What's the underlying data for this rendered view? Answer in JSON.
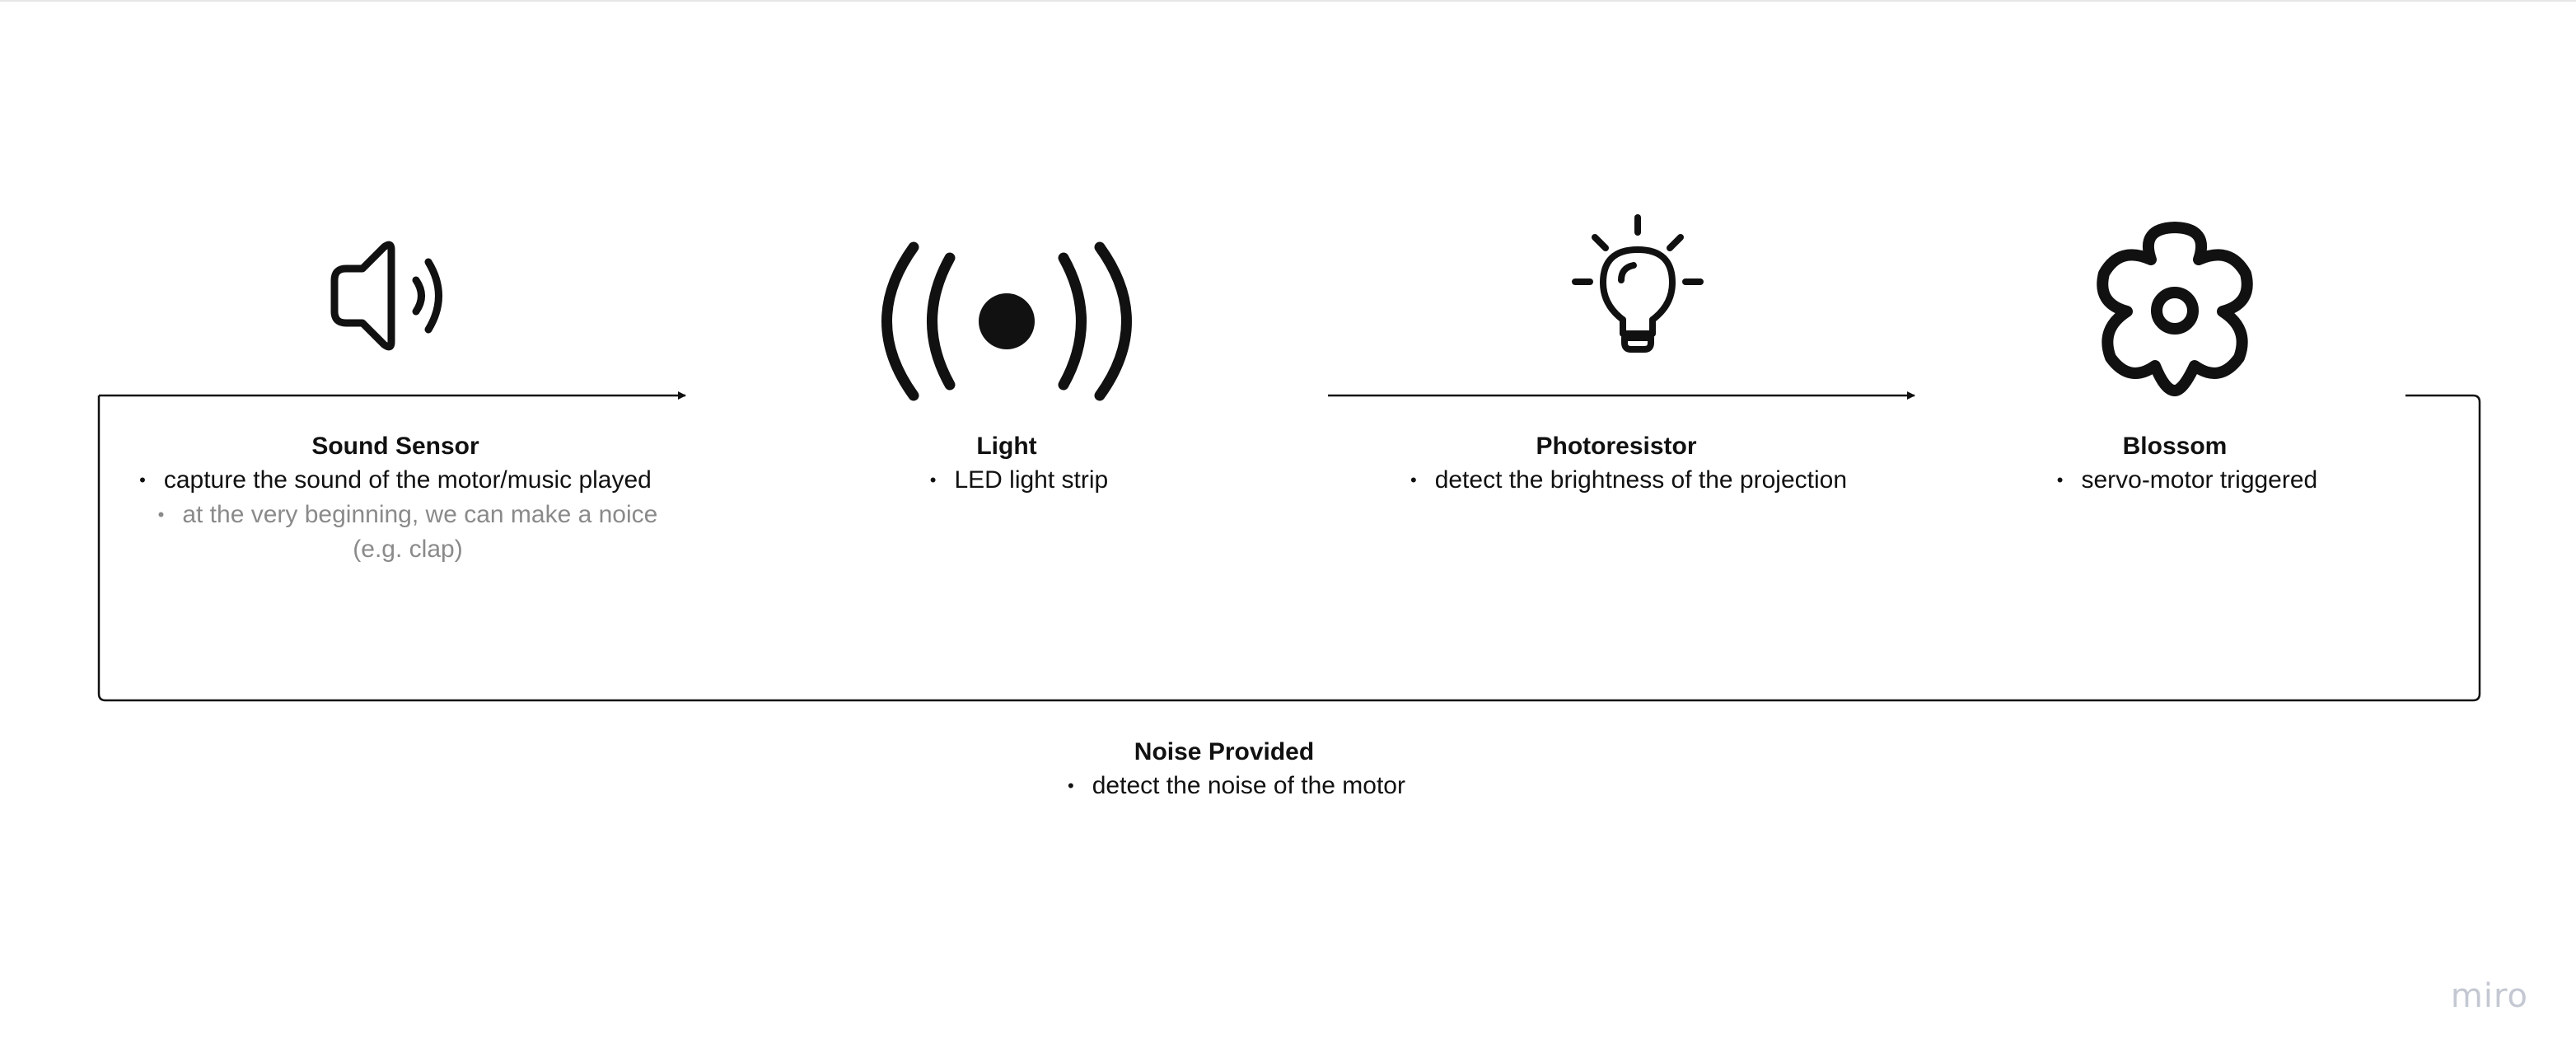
{
  "nodes": [
    {
      "icon": "speaker-icon",
      "title": "Sound Sensor",
      "bullets": [
        {
          "text": "capture the sound of the motor/music played",
          "muted": false
        },
        {
          "text": "at the very beginning, we can make a noice",
          "cont": "(e.g. clap)",
          "muted": true
        }
      ]
    },
    {
      "icon": "broadcast-icon",
      "title": "Light",
      "bullets": [
        {
          "text": "LED light strip",
          "muted": false
        }
      ]
    },
    {
      "icon": "lightbulb-icon",
      "title": "Photoresistor",
      "bullets": [
        {
          "text": "detect the brightness of the projection",
          "muted": false
        }
      ]
    },
    {
      "icon": "flower-icon",
      "title": "Blossom",
      "bullets": [
        {
          "text": "servo-motor triggered",
          "muted": false
        }
      ]
    }
  ],
  "feedback": {
    "title": "Noise Provided",
    "bullets": [
      {
        "text": "detect the noise of the motor",
        "muted": false
      }
    ]
  },
  "bullet_glyph": "•",
  "watermark": "miro",
  "colors": {
    "ink": "#111111",
    "muted": "#8a8a8a",
    "watermark": "#c4c8d2"
  }
}
